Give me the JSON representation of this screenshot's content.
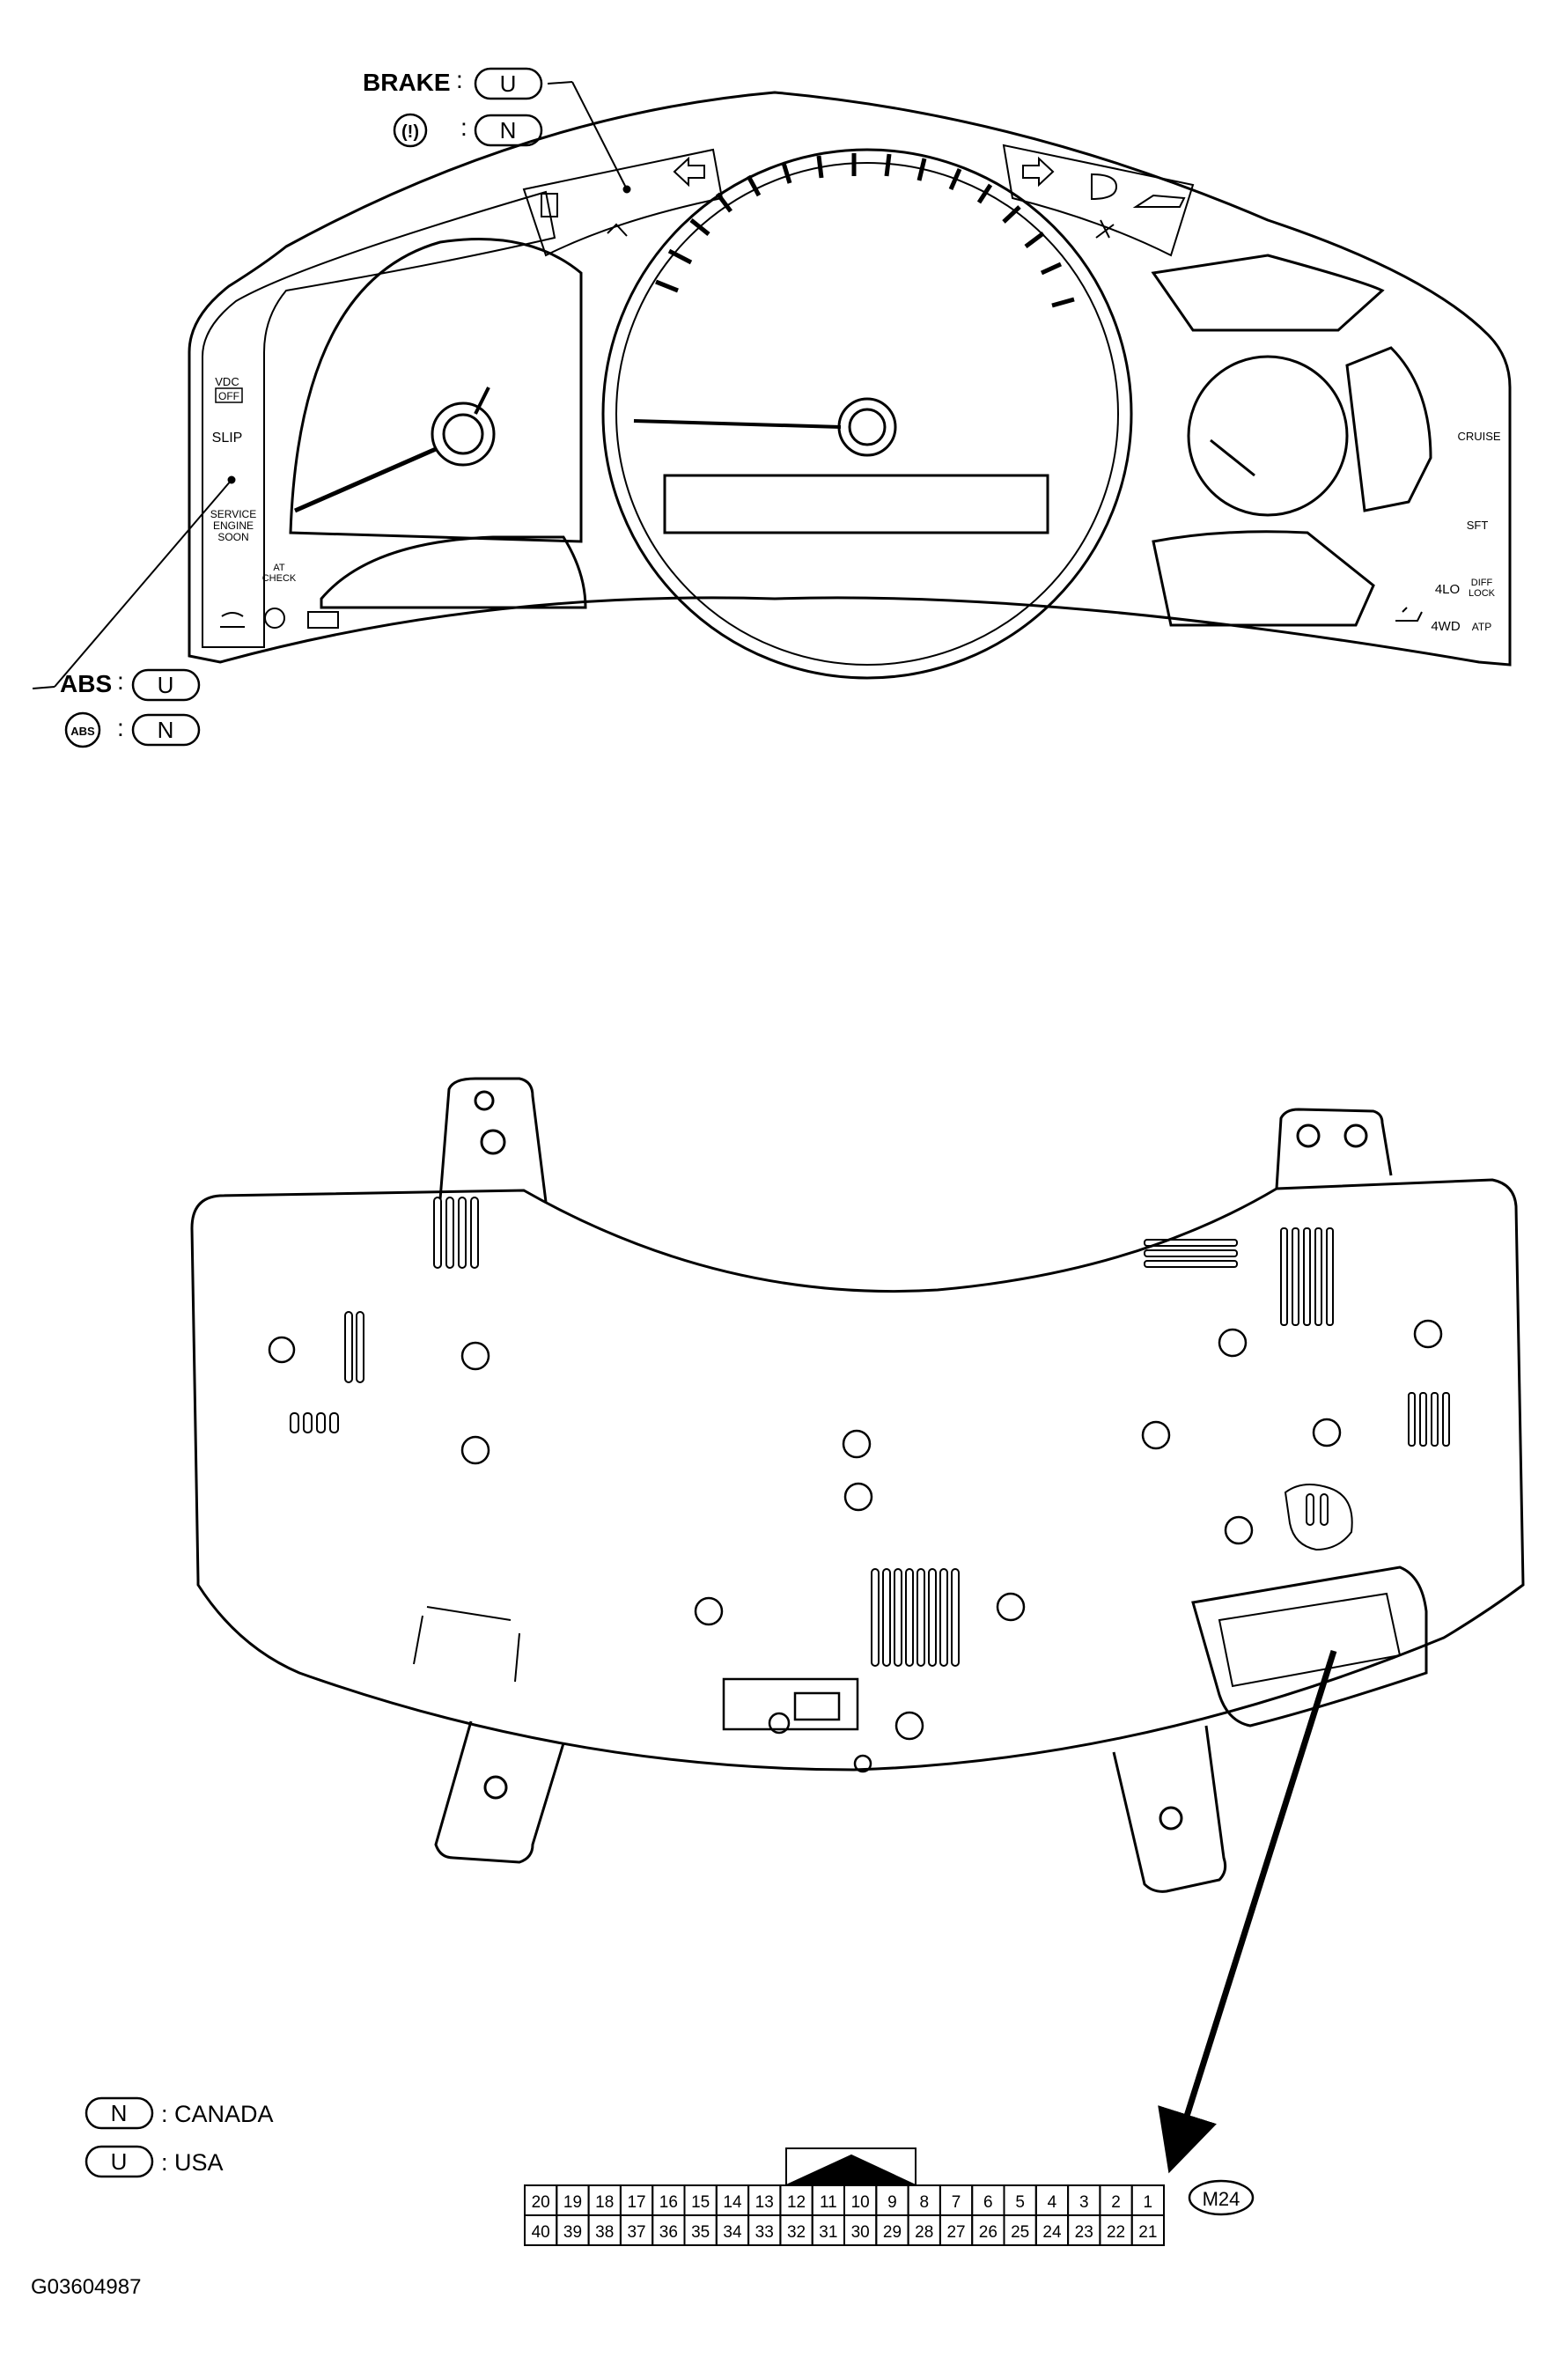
{
  "callouts": {
    "brake": {
      "label": "BRAKE",
      "code": "U",
      "sep": ":"
    },
    "brake_symbol": {
      "glyph": "(!)",
      "code": "N",
      "sep": ":"
    },
    "abs": {
      "label": "ABS",
      "code": "U",
      "sep": ":"
    },
    "abs_symbol": {
      "glyph": "ABS",
      "code": "N",
      "sep": ":"
    }
  },
  "cluster_labels": {
    "vdc": "VDC",
    "vdc_off": "OFF",
    "slip": "SLIP",
    "service_1": "SERVICE",
    "service_2": "ENGINE",
    "service_3": "SOON",
    "at_check_1": "AT",
    "at_check_2": "CHECK",
    "cruise": "CRUISE",
    "sft": "SFT",
    "four_lo": "4LO",
    "diff_lock_1": "DIFF",
    "diff_lock_2": "LOCK",
    "four_wd": "4WD",
    "atp": "ATP"
  },
  "legend": {
    "items": [
      {
        "code": "N",
        "text": ": CANADA"
      },
      {
        "code": "U",
        "text": ": USA"
      }
    ]
  },
  "connector": {
    "id": "M24",
    "top_row": [
      "20",
      "19",
      "18",
      "17",
      "16",
      "15",
      "14",
      "13",
      "12",
      "11",
      "10",
      "9",
      "8",
      "7",
      "6",
      "5",
      "4",
      "3",
      "2",
      "1"
    ],
    "bottom_row": [
      "40",
      "39",
      "38",
      "37",
      "36",
      "35",
      "34",
      "33",
      "32",
      "31",
      "30",
      "29",
      "28",
      "27",
      "26",
      "25",
      "24",
      "23",
      "22",
      "21"
    ]
  },
  "figure_id": "G03604987"
}
